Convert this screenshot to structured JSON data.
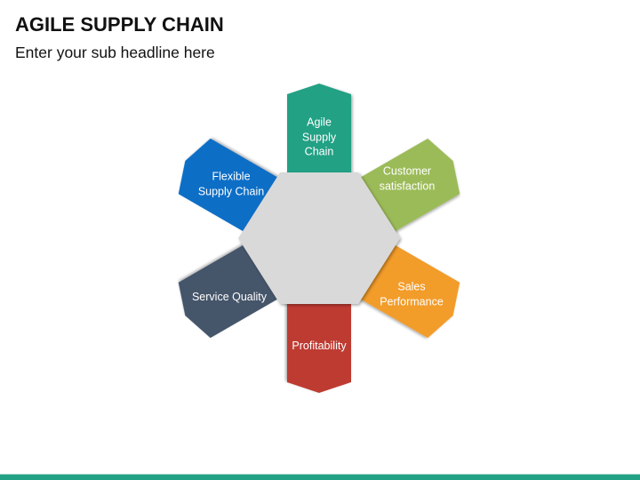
{
  "header": {
    "title": "AGILE SUPPLY CHAIN",
    "subtitle": "Enter your sub headline here"
  },
  "diagram": {
    "center": {
      "fill": "#D9D9D9"
    },
    "arms": [
      {
        "id": "agile-supply-chain",
        "lines": [
          "Agile",
          "Supply",
          "Chain"
        ],
        "color": "#21A184",
        "angle": 0
      },
      {
        "id": "customer-satisfaction",
        "lines": [
          "Customer",
          "satisfaction"
        ],
        "color": "#9BBB59",
        "angle": 60
      },
      {
        "id": "sales-performance",
        "lines": [
          "Sales",
          "Performance"
        ],
        "color": "#F29C2B",
        "angle": 120
      },
      {
        "id": "profitability",
        "lines": [
          "Profitability"
        ],
        "color": "#BE3A30",
        "angle": 180
      },
      {
        "id": "service-quality",
        "lines": [
          "Service Quality"
        ],
        "color": "#44546A",
        "angle": 240
      },
      {
        "id": "flexible-supply-chain",
        "lines": [
          "Flexible",
          "Supply Chain"
        ],
        "color": "#0B6EC6",
        "angle": 300
      }
    ]
  },
  "footer": {
    "bar_color": "#22A185"
  }
}
